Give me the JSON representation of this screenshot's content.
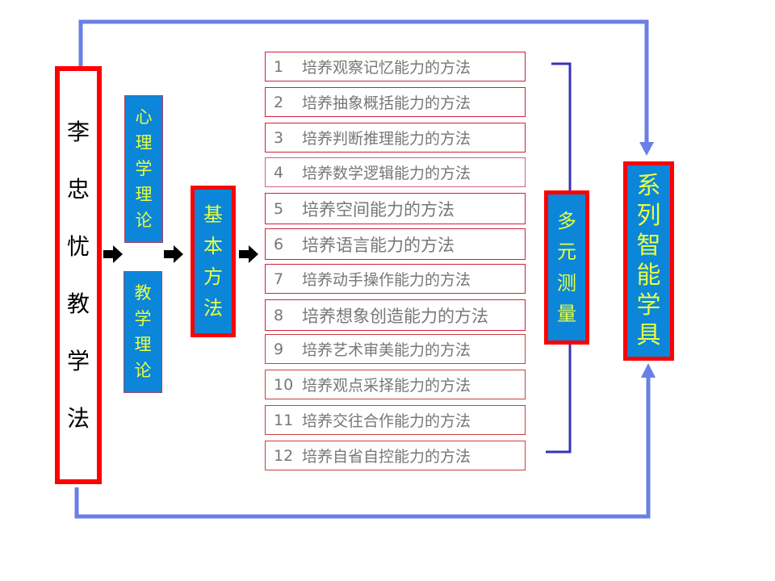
{
  "main": {
    "title_chars": [
      "李",
      "忠",
      "忧",
      "教",
      "学",
      "法"
    ]
  },
  "theories": [
    {
      "chars": [
        "心",
        "理",
        "学",
        "理",
        "论"
      ]
    },
    {
      "chars": [
        "教",
        "学",
        "理",
        "论"
      ]
    }
  ],
  "basic_methods": {
    "chars": [
      "基",
      "本",
      "方",
      "法"
    ]
  },
  "methods": [
    {
      "num": "1",
      "label": "培养观察记忆能力的方法"
    },
    {
      "num": "2",
      "label": "培养抽象概括能力的方法"
    },
    {
      "num": "3",
      "label": "培养判断推理能力的方法"
    },
    {
      "num": "4",
      "label": "培养数学逻辑能力的方法"
    },
    {
      "num": "5",
      "label": "培养空间能力的方法"
    },
    {
      "num": "6",
      "label": "培养语言能力的方法"
    },
    {
      "num": "7",
      "label": "培养动手操作能力的方法"
    },
    {
      "num": "8",
      "label": "培养想象创造能力的方法"
    },
    {
      "num": "9",
      "label": "培养艺术审美能力的方法"
    },
    {
      "num": "10",
      "label": "培养观点采择能力的方法"
    },
    {
      "num": "11",
      "label": "培养交往合作能力的方法"
    },
    {
      "num": "12",
      "label": "培养自省自控能力的方法"
    }
  ],
  "measurement": {
    "chars": [
      "多",
      "元",
      "测",
      "量"
    ]
  },
  "tools": {
    "chars": [
      "系",
      "列",
      "智",
      "能",
      "学",
      "具"
    ]
  },
  "colors": {
    "border_red": "#ff0000",
    "box_blue": "#0b86d9",
    "text_yellow": "#e8ff40",
    "connector_blue": "#6a7fe6",
    "bracket_navy": "#3333bb",
    "method_text": "#777777"
  }
}
